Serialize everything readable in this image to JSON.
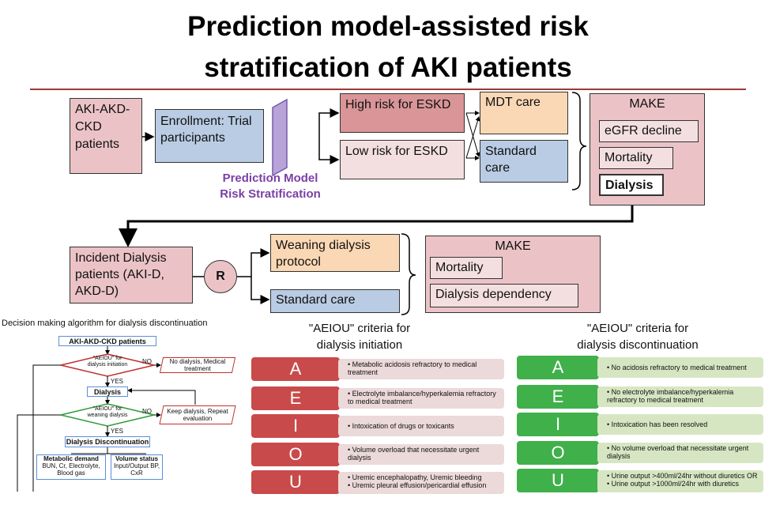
{
  "title": {
    "line1": "Prediction model-assisted risk",
    "line2": "stratification of AKI patients"
  },
  "top_flow": {
    "patients": "AKI-AKD-CKD patients",
    "enrollment": "Enrollment: Trial participants",
    "model_label_1": "Prediction Model",
    "model_label_2": "Risk Stratification",
    "high_risk": "High risk for ESKD",
    "low_risk": "Low risk for ESKD",
    "mdt": "MDT care",
    "standard": "Standard care",
    "make_title": "MAKE",
    "make_items": [
      "eGFR decline",
      "Mortality",
      "Dialysis"
    ]
  },
  "mid_flow": {
    "incident": "Incident Dialysis patients (AKI-D, AKD-D)",
    "randomize": "R",
    "weaning": "Weaning dialysis protocol",
    "standard": "Standard care",
    "make_title": "MAKE",
    "make_items": [
      "Mortality",
      "Dialysis dependency"
    ]
  },
  "algorithm": {
    "title": "Decision making algorithm for dialysis discontinuation",
    "start": "AKI-AKD-CKD patients",
    "decision1": "\"AEIOU\" for dialysis initiation",
    "no1_label": "NO",
    "no1_box": "No dialysis, Medical treatment",
    "yes1_label": "YES",
    "dialysis": "Dialysis",
    "decision2": "\"AEIOU\" for weaning dialysis",
    "no2_label": "NO",
    "no2_box": "Keep dialysis, Repeat evaluation",
    "yes2_label": "YES",
    "discontinuation": "Dialysis Discontinuation",
    "metabolic_title": "Metabolic demand",
    "metabolic_body": "BUN, Cr, Electrolyte, Blood gas",
    "volume_title": "Volume status",
    "volume_body": "Input/Output BP, CxR"
  },
  "initiation": {
    "title_1": "\"AEIOU\" criteria for",
    "title_2": "dialysis initiation",
    "rows": [
      {
        "letter": "A",
        "text": "Metabolic acidosis refractory to medical treatment"
      },
      {
        "letter": "E",
        "text": "Electrolyte imbalance/hyperkalemia refractory to medical treatment"
      },
      {
        "letter": "I",
        "text": "Intoxication of drugs or toxicants"
      },
      {
        "letter": "O",
        "text": "Volume overload that necessitate urgent dialysis"
      },
      {
        "letter": "U",
        "text": "Uremic encephalopathy, Uremic bleeding",
        "text2": "Uremic pleural effusion/pericardial effusion"
      }
    ]
  },
  "discontinuation": {
    "title_1": "\"AEIOU\" criteria for",
    "title_2": "dialysis discontinuation",
    "rows": [
      {
        "letter": "A",
        "text": "No acidosis refractory to medical treatment"
      },
      {
        "letter": "E",
        "text": "No electrolyte imbalance/hyperkalemia refractory to medical treatment"
      },
      {
        "letter": "I",
        "text": "Intoxication has been resolved"
      },
      {
        "letter": "O",
        "text": "No volume overload that necessitate urgent dialysis"
      },
      {
        "letter": "U",
        "text": "Urine output >400ml/24hr without diuretics OR",
        "text2": "Urine output >1000ml/24hr with diuretics"
      }
    ]
  },
  "colors": {
    "red": "#c94a4a",
    "green": "#3fb04a",
    "purple": "#7a3fa6"
  }
}
